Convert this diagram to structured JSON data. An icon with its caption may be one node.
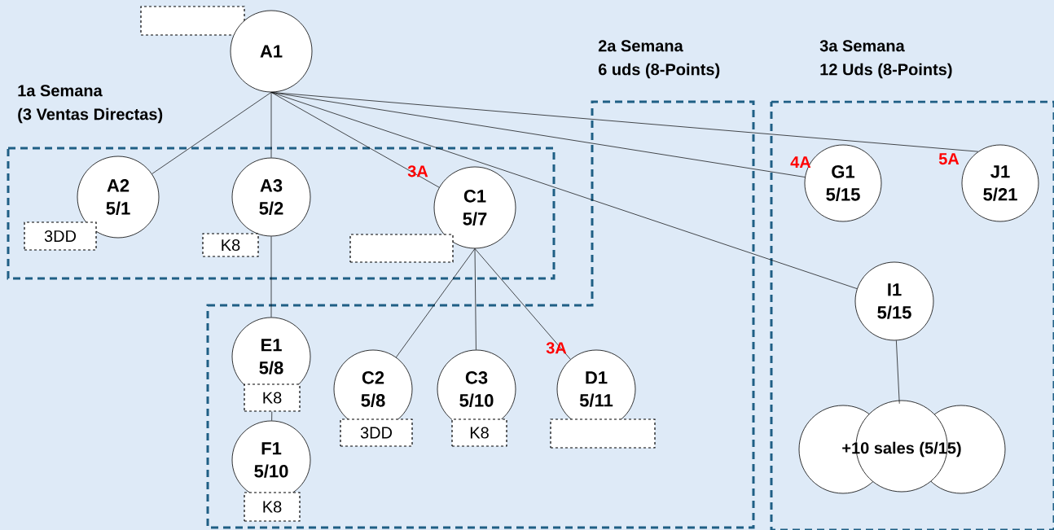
{
  "diagram": {
    "nodes": [
      {
        "text": [],
        "shape": "box"
      },
      {
        "text": [
          "A1"
        ]
      },
      {
        "text": [
          "1a Semana",
          "(3 Ventas Directas)"
        ]
      },
      {
        "text": [
          "A2",
          "5/1"
        ],
        "in": 2
      },
      {
        "text": [
          "3DD"
        ],
        "in": 2
      },
      {
        "text": [
          "A3",
          "5/2"
        ],
        "in": 2
      },
      {
        "text": [
          "K8"
        ],
        "in": 2
      },
      {
        "text": [
          "C1",
          "5/7"
        ],
        "in": 2,
        "beside": [
          "3A"
        ]
      },
      {
        "text": [],
        "shape": "box",
        "in": 2
      },
      {
        "text": [
          "2a Semana",
          "6 uds (8-Points)"
        ]
      },
      {
        "text": [
          "E1",
          "5/8"
        ],
        "in": 9
      },
      {
        "text": [
          "K8"
        ],
        "in": 9
      },
      {
        "text": [
          "F1",
          "5/10"
        ],
        "in": 9
      },
      {
        "text": [
          "K8"
        ],
        "in": 9
      },
      {
        "text": [
          "C2",
          "5/8"
        ],
        "in": 9
      },
      {
        "text": [
          "3DD"
        ],
        "in": 9
      },
      {
        "text": [
          "C3",
          "5/10"
        ],
        "in": 9
      },
      {
        "text": [
          "K8"
        ],
        "in": 9
      },
      {
        "text": [
          "D1",
          "5/11"
        ],
        "in": 9,
        "beside": [
          "3A"
        ]
      },
      {
        "text": [],
        "shape": "box",
        "in": 9
      },
      {
        "text": [
          "3a  Semana",
          "12 Uds (8-Points)"
        ]
      },
      {
        "text": [
          "G1",
          "5/15"
        ],
        "in": 20,
        "beside": [
          "4A"
        ]
      },
      {
        "text": [
          "J1",
          "5/21"
        ],
        "in": 20,
        "beside": [
          "5A"
        ]
      },
      {
        "text": [
          "I1",
          "5/15"
        ],
        "in": 20
      },
      {
        "text": [
          "+10 sales (5/15)"
        ],
        "in": 20
      }
    ],
    "edges": [
      {
        "from": 1,
        "to": 3,
        "arrow": "none"
      },
      {
        "from": 1,
        "to": 5,
        "arrow": "none"
      },
      {
        "from": 1,
        "to": 7,
        "arrow": "none"
      },
      {
        "from": 1,
        "to": 23,
        "arrow": "none"
      },
      {
        "from": 1,
        "to": 21,
        "arrow": "none"
      },
      {
        "from": 1,
        "to": 22,
        "arrow": "none"
      },
      {
        "from": 5,
        "to": 10,
        "arrow": "none"
      },
      {
        "from": 7,
        "to": 14,
        "arrow": "none"
      },
      {
        "from": 7,
        "to": 16,
        "arrow": "none"
      },
      {
        "from": 7,
        "to": 18,
        "arrow": "none"
      },
      {
        "from": 11,
        "to": 12,
        "arrow": "none"
      },
      {
        "from": 23,
        "to": 24,
        "arrow": "none"
      }
    ]
  }
}
